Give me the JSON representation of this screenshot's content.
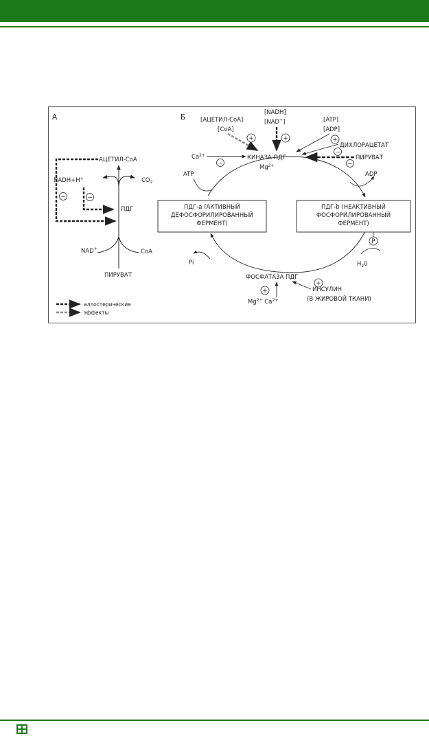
{
  "panels": {
    "a_letter": "А",
    "b_letter": "Б"
  },
  "panel_a": {
    "acetyl_coa": "АЦЕТИЛ-CoA",
    "nadh": "NADH+H",
    "nadh_sup": "+",
    "co2": "CO",
    "co2_sub": "2",
    "pdg": "ПДГ",
    "nad": "NAD",
    "nad_sup": "+",
    "coa": "CoA",
    "pyruvate": "ПИРУВАТ",
    "minus": "−"
  },
  "panel_b": {
    "acetyl_coa_bracket": "[АЦЕТИЛ-CoA]",
    "coa_bracket": "[CoA]",
    "nadh_bracket": "[NADH]",
    "nad_bracket": "[NAD",
    "nad_bracket_sup": "+",
    "nad_bracket_close": "]",
    "atp_bracket": "[ATP]",
    "adp_bracket": "[ADP]",
    "dichloroacetate": "ДИХЛОРАЦЕТАТ",
    "pyruvate": "ПИРУВАТ",
    "ca": "Ca",
    "ca_sup": "2+",
    "kinase": "КИНАЗА ПДГ",
    "mg": "Mg",
    "mg_sup": "2+",
    "atp": "ATP",
    "adp": "ADP",
    "pdg_a": [
      "ПДГ-a (АКТИВНЫЙ",
      "ДЕФОСФОРИЛИРОВАННЫЙ",
      "ФЕРМЕНТ)"
    ],
    "pdg_b": [
      "ПДГ-b (НЕАКТИВНЫЙ",
      "ФОСФОРИЛИРОВАННЫЙ",
      "ФЕРМЕНТ)"
    ],
    "phospho": "P",
    "pi": "Pi",
    "water": "H",
    "water_sub": "2",
    "water_end": "0",
    "phosphatase": "ФОСФАТАЗА ПДГ",
    "insulin": "ИНСУЛИН",
    "adipose": "(В ЖИРОВОЙ ТКАНИ)",
    "mg_bottom": "Mg",
    "mg_bottom_sup": "2+",
    "ca_bottom": "Ca",
    "ca_bottom_sup": "2+",
    "plus": "+",
    "minus": "−"
  },
  "legend": {
    "line1": "аллостерические",
    "line2": "эффекты"
  },
  "colors": {
    "band": "#1c7a1c",
    "ink": "#222222",
    "frame": "#555555"
  }
}
